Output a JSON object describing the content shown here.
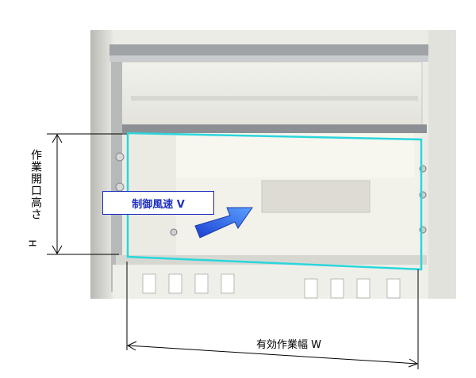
{
  "labels": {
    "opening_height": "作業開口高さ",
    "opening_height_symbol": "H",
    "control_velocity": "制御風速  V",
    "effective_width": "有効作業幅  W"
  },
  "colors": {
    "opening_outline": "#2ad6dc",
    "callout_text": "#1f2fbf",
    "arrow_fill": "#2f6bf0",
    "dimension_line": "#000000"
  },
  "icons": {
    "airflow": "airflow-arrow-icon"
  }
}
